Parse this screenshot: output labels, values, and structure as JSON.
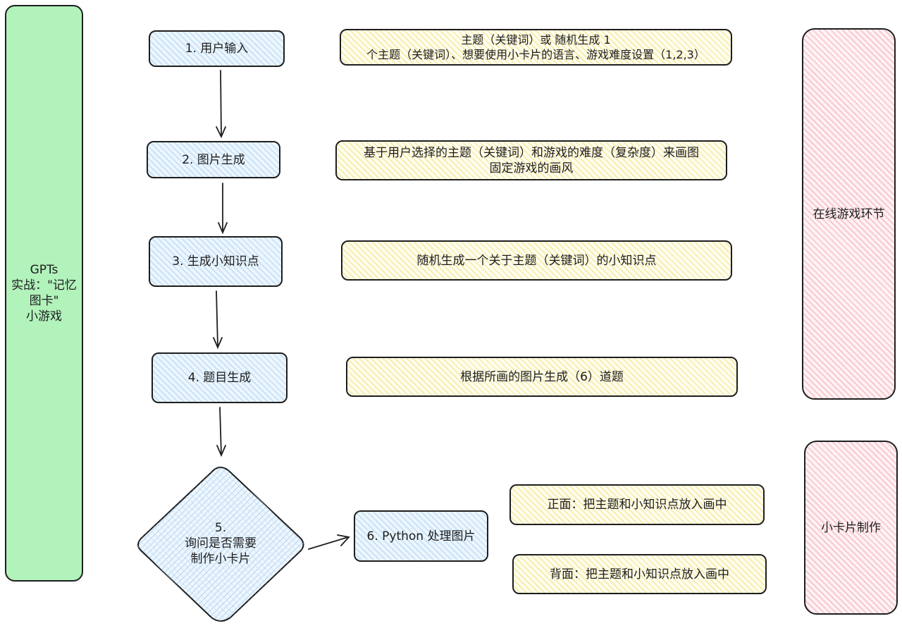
{
  "sidebar": {
    "line1": "GPTs",
    "line2": "实战：\"记忆",
    "line3": "图卡\"",
    "line4": "小游戏"
  },
  "steps": {
    "s1": "1. 用户输入",
    "s2": "2. 图片生成",
    "s3": "3. 生成小知识点",
    "s4": "4. 题目生成",
    "s5_line1": "5.",
    "s5_line2": "询问是否需要",
    "s5_line3": "制作小卡片",
    "s6": "6. Python 处理图片"
  },
  "notes": {
    "n1_line1": "主题（关键词）或 随机生成 1",
    "n1_line2": "个主题（关键词）、想要使用小卡片的语言、游戏难度设置（1,2,3）",
    "n2_line1": "基于用户选择的主题（关键词）和游戏的难度（复杂度）来画图",
    "n2_line2": "固定游戏的画风",
    "n3": "随机生成一个关于主题（关键词）的小知识点",
    "n4": "根据所画的图片生成（6）道题",
    "front": "正面：把主题和小知识点放入画中",
    "back": "背面：把主题和小知识点放入画中"
  },
  "groups": {
    "online": "在线游戏环节",
    "card": "小卡片制作"
  }
}
